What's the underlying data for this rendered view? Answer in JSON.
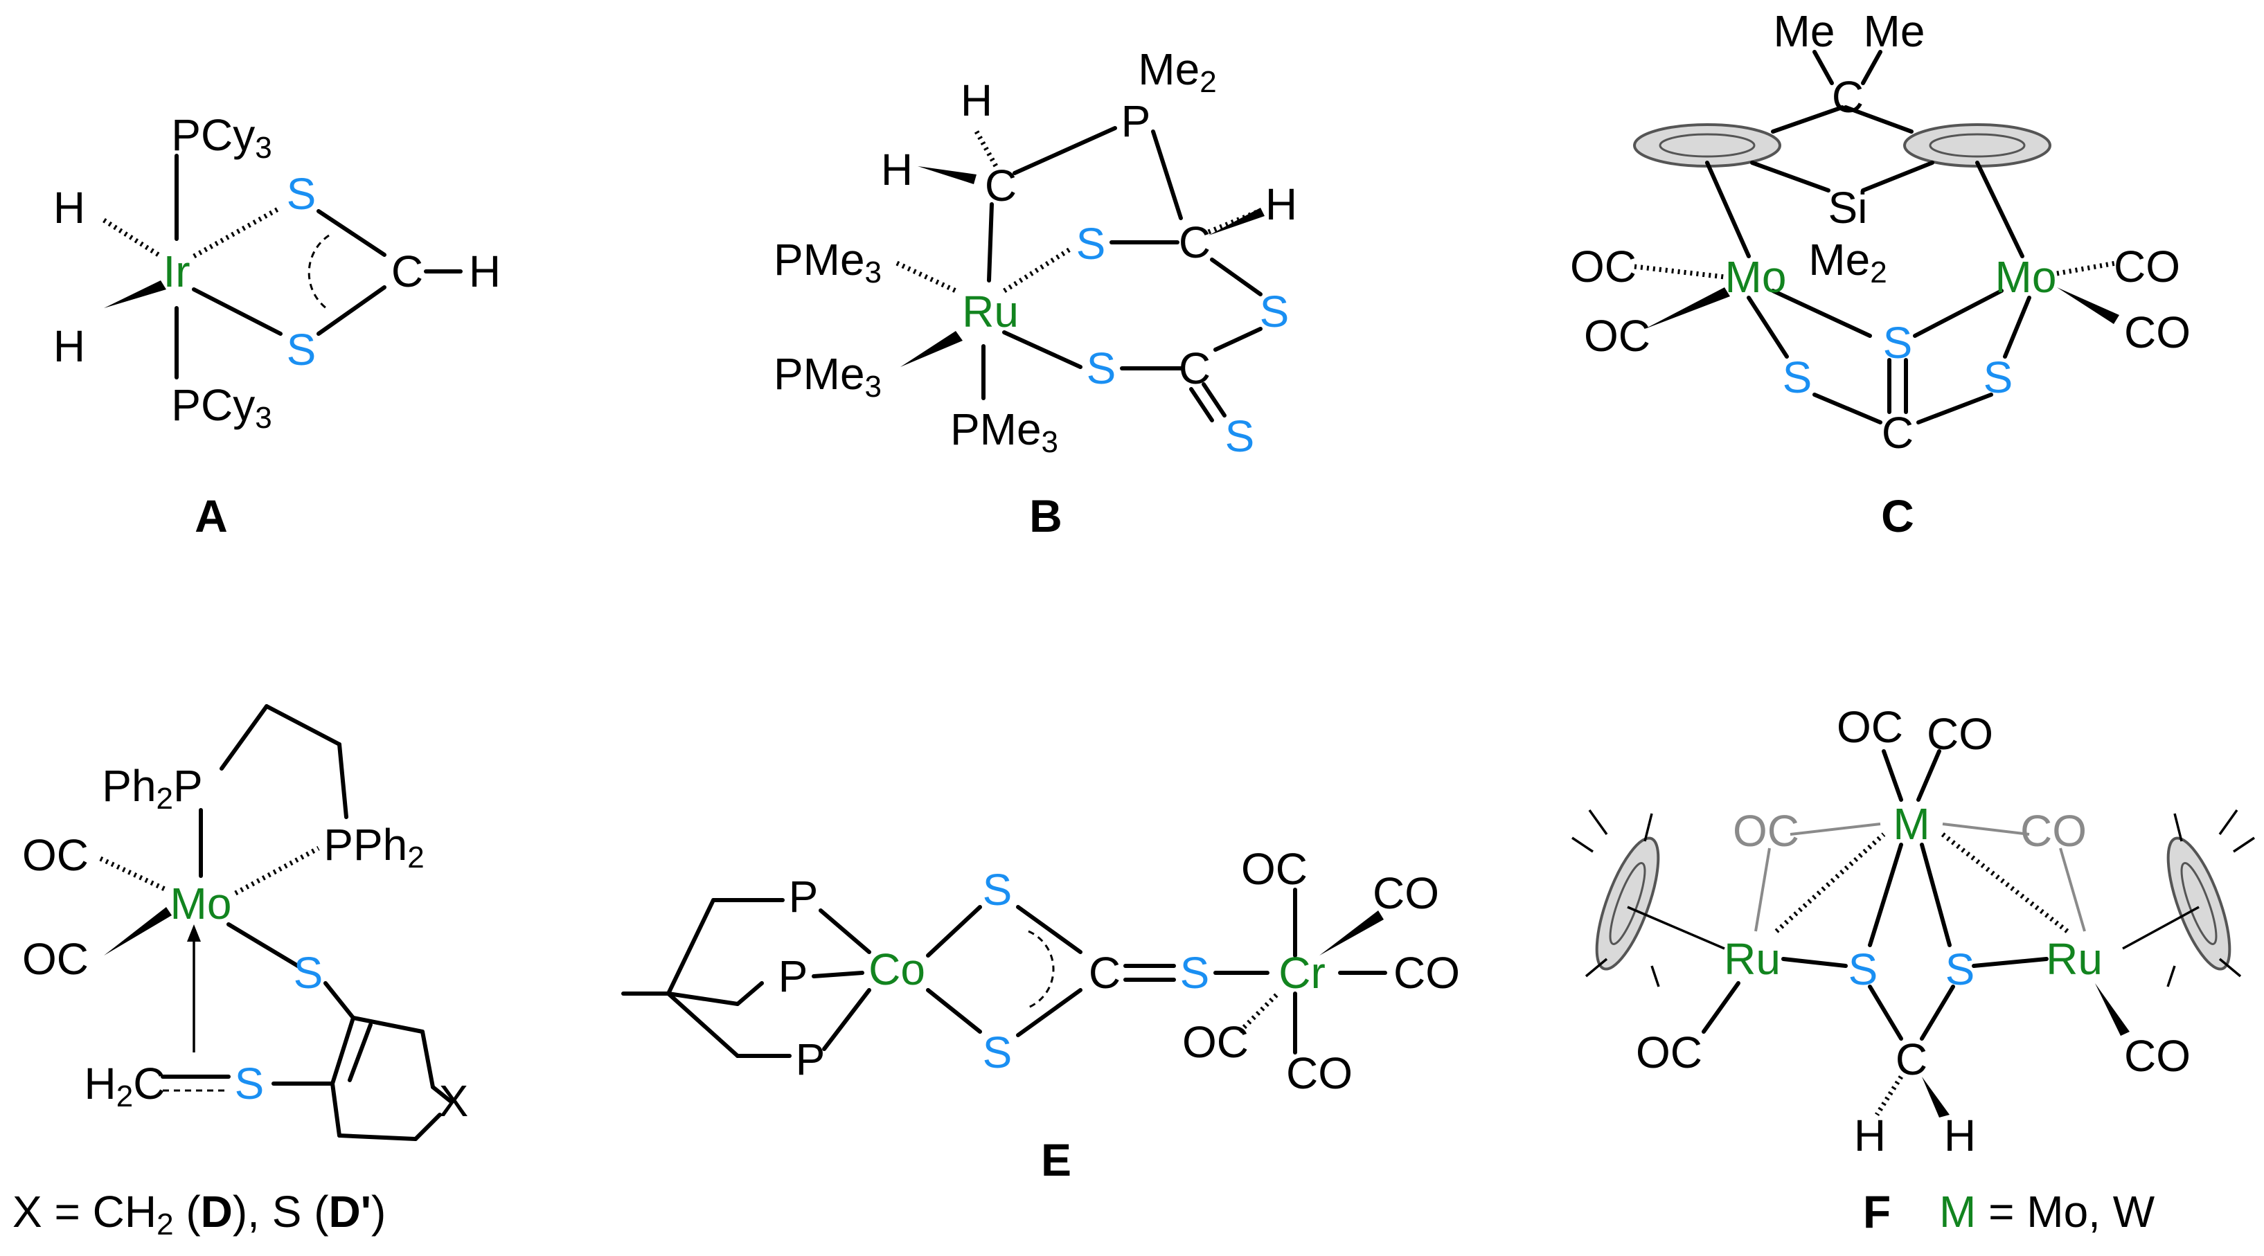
{
  "compounds": {
    "A": {
      "label": "A",
      "metal": "Ir",
      "phosphines": [
        "PCy",
        "PCy"
      ],
      "phosphine_sub": "3",
      "hydrides": [
        "H",
        "H"
      ],
      "sulfurs": [
        "S",
        "S"
      ],
      "carbon": "C",
      "ch_hydrogen": "H"
    },
    "B": {
      "label": "B",
      "metal": "Ru",
      "ligands": [
        "PMe",
        "PMe",
        "PMe"
      ],
      "ligand_sub": "3",
      "top_P": "P",
      "top_P_sub": "Me",
      "top_P_sub_num": "2",
      "methylene_C": "C",
      "methylene_H": [
        "H",
        "H"
      ],
      "methine_C": "C",
      "methine_H": "H",
      "sulfurs": [
        "S",
        "S",
        "S",
        "S"
      ],
      "dithio_C": "C"
    },
    "C": {
      "label": "C",
      "metals": [
        "Mo",
        "Mo"
      ],
      "bridge_C": "C",
      "methyls": [
        "Me",
        "Me"
      ],
      "silicon": "Si",
      "silicon_sub": "Me",
      "silicon_sub_num": "2",
      "carbonyls": [
        "OC",
        "OC",
        "CO",
        "CO"
      ],
      "sulfurs": [
        "S",
        "S",
        "S"
      ],
      "central_C": "C"
    },
    "D": {
      "metal": "Mo",
      "phosphines": [
        "Ph",
        "P",
        "PPh"
      ],
      "ph_sub": "2",
      "carbonyls": [
        "OC",
        "OC"
      ],
      "sulfurs": [
        "S",
        "S"
      ],
      "methylene": "H",
      "methylene_sub": "2",
      "methylene_C": "C",
      "ring_X": "X",
      "caption_prefix": "X = CH",
      "caption_sub": "2",
      "caption_open": " (",
      "caption_D": "D",
      "caption_mid": "), S (",
      "caption_Dp": "D'",
      "caption_close": ")"
    },
    "E": {
      "label": "E",
      "metals": [
        "Co",
        "Cr"
      ],
      "phosphines": [
        "P",
        "P",
        "P"
      ],
      "sulfurs": [
        "S",
        "S",
        "S"
      ],
      "carbon": "C",
      "carbonyls": [
        "OC",
        "CO",
        "CO",
        "OC",
        "CO"
      ]
    },
    "F": {
      "label": "F",
      "central_metal": "M",
      "ru": [
        "Ru",
        "Ru"
      ],
      "carbonyls_top": [
        "OC",
        "CO"
      ],
      "carbonyls_bridging": [
        "OC",
        "CO"
      ],
      "carbonyls_bottom": [
        "OC",
        "CO"
      ],
      "sulfurs": [
        "S",
        "S"
      ],
      "carbon": "C",
      "hydrogens": [
        "H",
        "H"
      ],
      "legend_M": "M",
      "legend_text": " = Mo, W"
    }
  },
  "colors": {
    "metal": "#12841f",
    "sulfur": "#1a8ff2",
    "bridging_carbonyl": "#8a8a8a",
    "bonds": "#000000"
  }
}
